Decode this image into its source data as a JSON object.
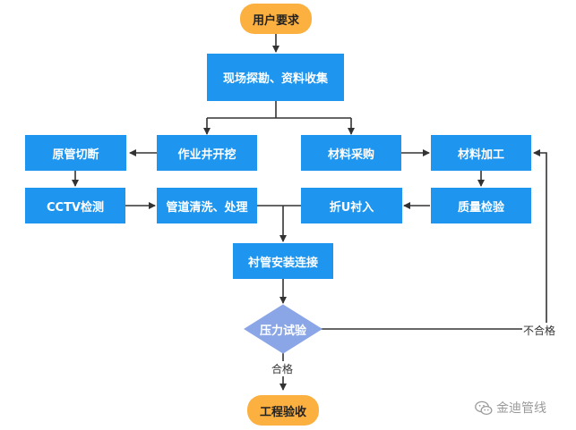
{
  "nodes": {
    "start": "用户要求",
    "survey": "现场探勘、资料收集",
    "well": "作业井开挖",
    "purchase": "材料采购",
    "cut": "原管切断",
    "process": "材料加工",
    "cctv": "CCTV检测",
    "clean": "管道清洗、处理",
    "insert": "折U衬入",
    "quality": "质量检验",
    "liner": "衬管安装连接",
    "pressure": "压力试验",
    "accept": "工程验收"
  },
  "edges": {
    "pass": "合格",
    "fail": "不合格"
  },
  "watermark": {
    "text": "金迪管线",
    "icon": "wechat-icon"
  },
  "colors": {
    "process_box": "#1e96f0",
    "terminal_box": "#fbb040",
    "decision": "#8aa6e6",
    "line": "#333333"
  }
}
